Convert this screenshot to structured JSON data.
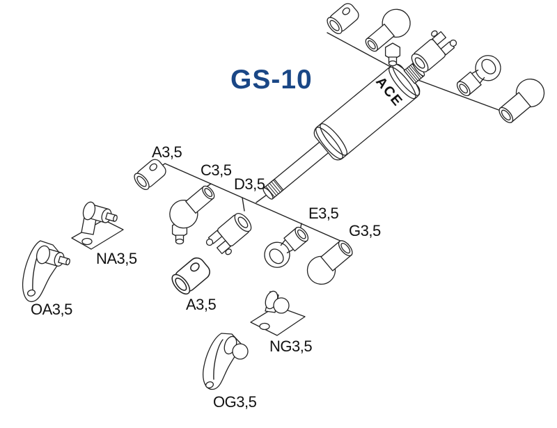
{
  "title": {
    "text": "GS-10",
    "color": "#1a4786"
  },
  "gas_spring": {
    "brand_text": "ACE"
  },
  "colors": {
    "background": "#ffffff",
    "line": "#222222",
    "label_text": "#111111"
  },
  "rod_end_parts": [
    {
      "type": "eyelet",
      "label": "A3,5"
    },
    {
      "type": "ball-socket",
      "label": "C3,5"
    },
    {
      "type": "clevis-fork",
      "label": "D3,5"
    },
    {
      "type": "rod-end-eye",
      "label": "E3,5"
    },
    {
      "type": "ball-cup",
      "label": "G3,5"
    }
  ],
  "mounting_brackets": [
    {
      "type": "flat-bracket-eyelet-pin",
      "label": "NA3,5"
    },
    {
      "type": "swivel-bracket-eyelet-pin",
      "label": "OA3,5"
    },
    {
      "type": "eyelet",
      "label": "A3,5"
    },
    {
      "type": "flat-bracket-ball-stud",
      "label": "NG3,5"
    },
    {
      "type": "swivel-bracket-ball-stud",
      "label": "OG3,5"
    }
  ]
}
